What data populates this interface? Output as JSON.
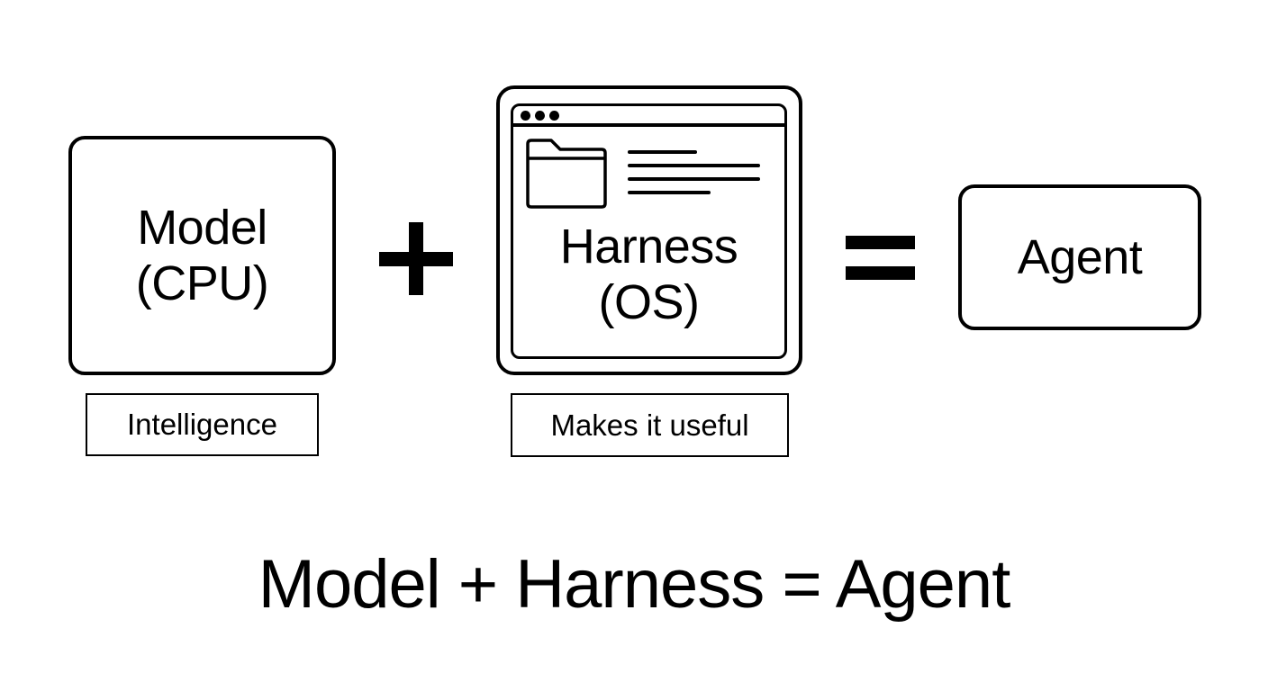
{
  "diagram": {
    "model": {
      "title": "Model",
      "subtitle": "(CPU)",
      "label": "Intelligence"
    },
    "operators": {
      "plus": "plus-icon",
      "equals": "equals-icon"
    },
    "harness": {
      "title": "Harness",
      "subtitle": "(OS)",
      "label": "Makes it useful",
      "icons": [
        "window-dots-icon",
        "folder-icon",
        "text-lines-icon"
      ]
    },
    "agent": {
      "title": "Agent"
    },
    "formula": "Model + Harness = Agent"
  },
  "colors": {
    "stroke": "#000000",
    "background": "#ffffff"
  }
}
